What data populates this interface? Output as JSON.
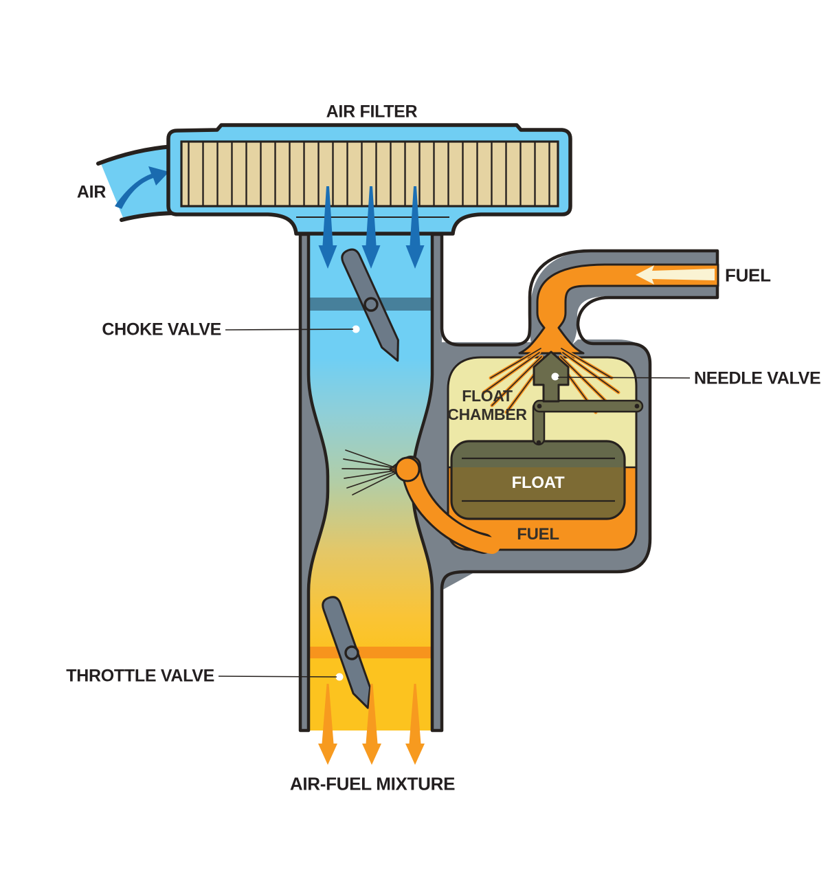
{
  "labels": {
    "air_filter": "AIR FILTER",
    "air": "AIR",
    "choke_valve": "CHOKE VALVE",
    "fuel_inlet": "FUEL",
    "needle_valve": "NEEDLE VALVE",
    "float_chamber_line1": "FLOAT",
    "float_chamber_line2": "CHAMBER",
    "float": "FLOAT",
    "fuel_in_chamber": "FUEL",
    "throttle_valve": "THROTTLE VALVE",
    "air_fuel_mixture": "AIR-FUEL MIXTURE"
  },
  "colors": {
    "outline": "#26211E",
    "housing_blue": "#70CEF3",
    "air_arrow_blue": "#1A6BAF",
    "intake_arrow_blue": "#1B6FB5",
    "filter_tan": "#E5D3A2",
    "wall_gray": "#79828B",
    "choke_shaft_teal": "#47809B",
    "fuel_orange": "#F6921E",
    "throttle_shaft_orange": "#F7941D",
    "mixture_arrow_orange": "#F79A1F",
    "chamber_yellow": "#EDE8A7",
    "float_top_olive": "#65694B",
    "float_bottom_brown": "#7D6B34",
    "linkage_olive": "#6B6C4C",
    "valve_blade_gray": "#6C7A88",
    "fuel_arrow_cream": "#FAF3D3",
    "venturi_top_blue": "#6FCFF4",
    "venturi_bottom_gold": "#FCC31F"
  }
}
